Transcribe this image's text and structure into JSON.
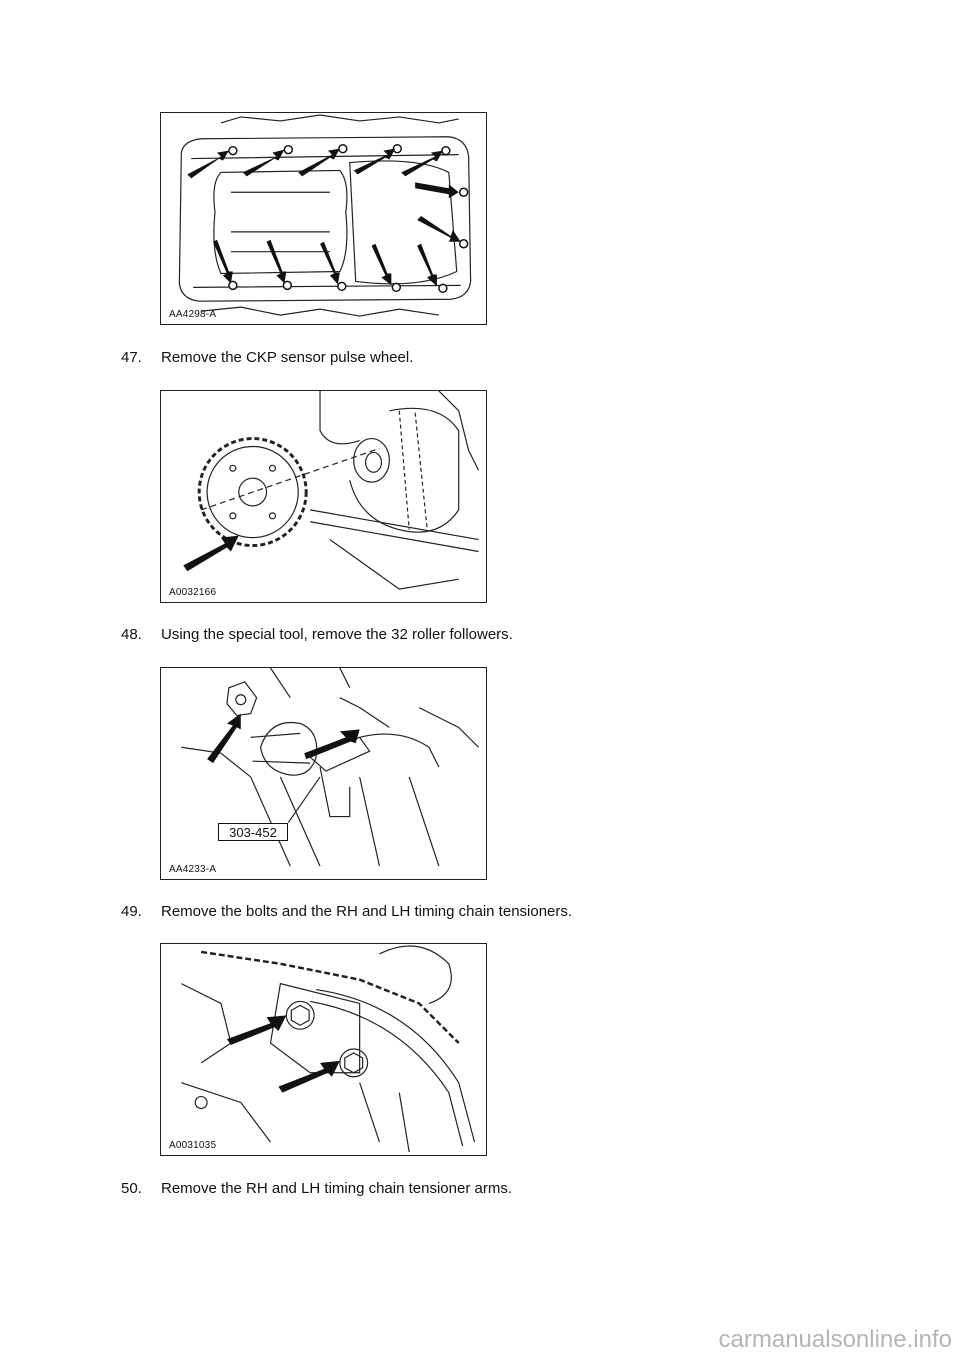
{
  "figures": [
    {
      "code": "AA4298-A",
      "subject": "oil pan bolts"
    },
    {
      "code": "A0032166",
      "subject": "CKP sensor pulse wheel"
    },
    {
      "code": "AA4233-A",
      "subject": "roller followers",
      "tool_label": "303-452"
    },
    {
      "code": "A0031035",
      "subject": "timing chain tensioners"
    }
  ],
  "steps": [
    {
      "number": "47.",
      "text": "Remove the CKP sensor pulse wheel."
    },
    {
      "number": "48.",
      "text": "Using the special tool, remove the 32 roller followers."
    },
    {
      "number": "49.",
      "text": "Remove the bolts and the RH and LH timing chain tensioners."
    },
    {
      "number": "50.",
      "text": "Remove the RH and LH timing chain tensioner arms."
    }
  ],
  "watermark": "carmanualsonline.info"
}
